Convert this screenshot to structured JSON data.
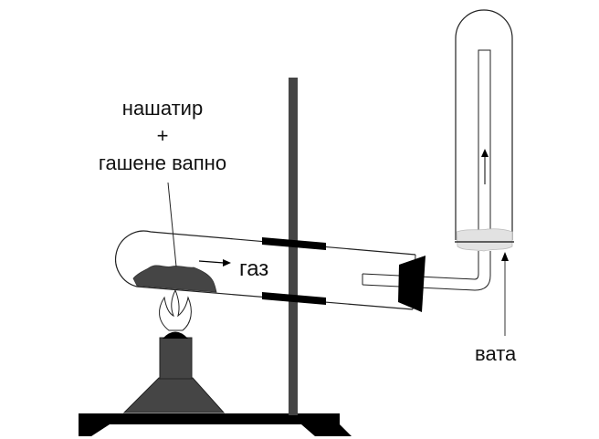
{
  "labels": {
    "reagent_1": "нашатир",
    "plus": "+",
    "reagent_2": "гашене вапно",
    "gas": "газ",
    "cotton": "вата"
  },
  "colors": {
    "dark_fill": "#454545",
    "black": "#000000",
    "cotton": "#e2e2e2"
  }
}
